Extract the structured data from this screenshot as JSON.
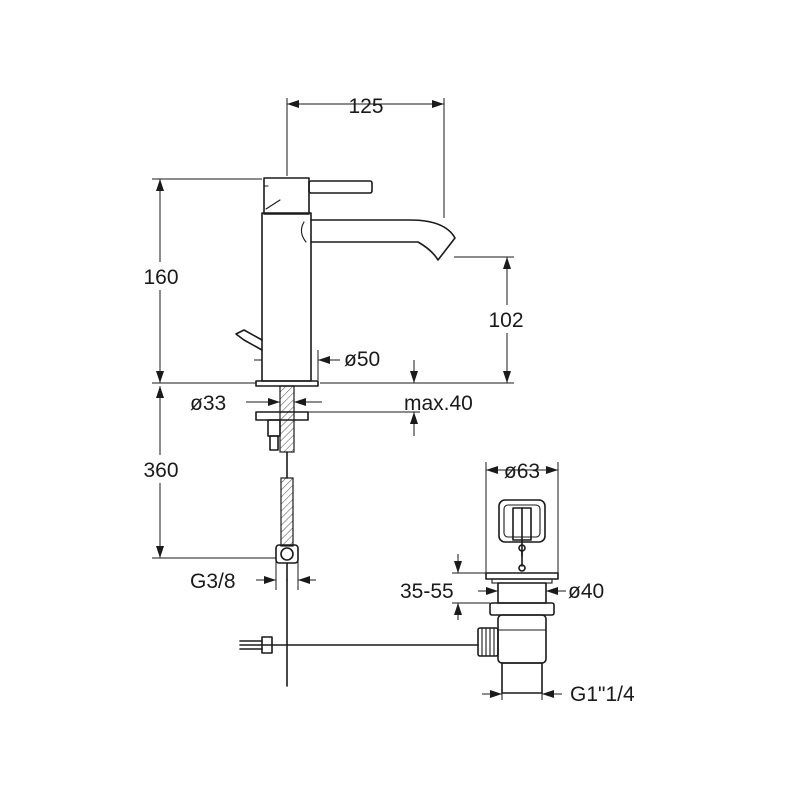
{
  "dimensions": {
    "spout_reach": "125",
    "body_height": "160",
    "spout_height": "102",
    "base_diameter": "ø50",
    "hole_diameter": "ø33",
    "max_deck_thickness": "max.40",
    "hose_length": "360",
    "hose_thread": "G3/8",
    "waste_cap_diameter": "ø63",
    "waste_adjust_range": "35-55",
    "waste_body_diameter": "ø40",
    "waste_thread": "G1\"1/4"
  }
}
